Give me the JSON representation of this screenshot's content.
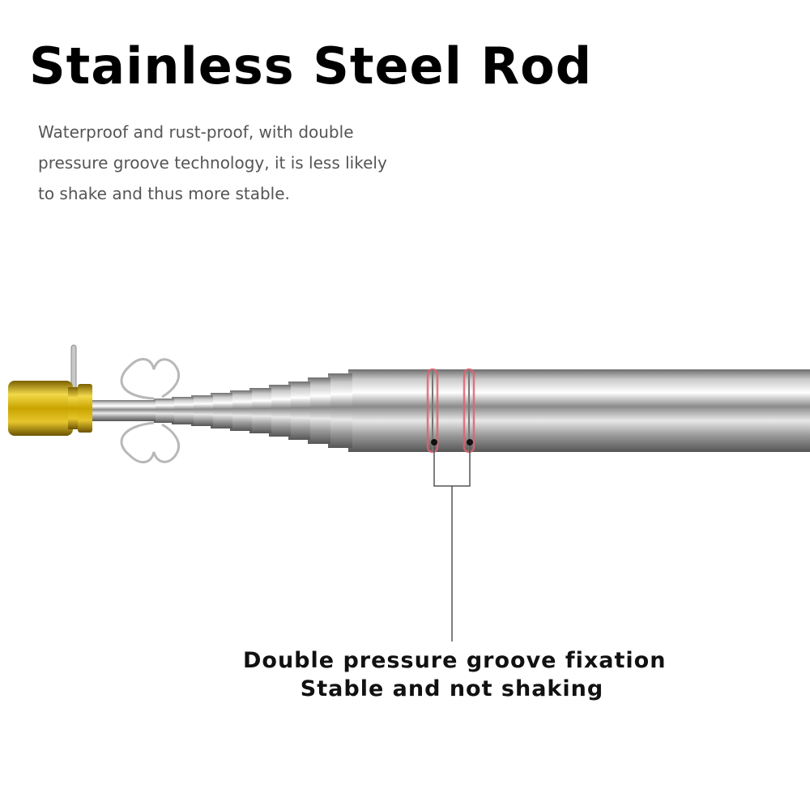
{
  "title": "Stainless Steel Rod",
  "description": {
    "lines": [
      "Waterproof and rust-proof, with double",
      "pressure groove technology, it is less likely",
      "to shake and thus more stable."
    ]
  },
  "callout": {
    "line1": "Double pressure groove fixation",
    "line2": "Stable and not shaking"
  },
  "colors": {
    "cap_gold": "#d4b000",
    "groove_highlight": "#e06070",
    "leader_line": "#555555"
  },
  "icons": [
    "gold-tip-cap",
    "wire-clip",
    "telescopic-rod"
  ]
}
